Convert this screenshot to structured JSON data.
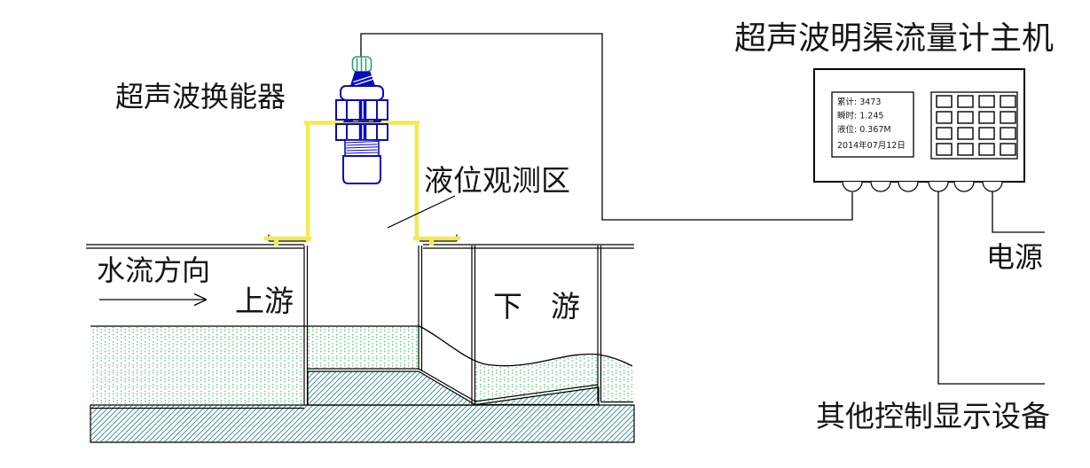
{
  "title": "超声波明渠流量计主机",
  "labels": {
    "transducer": "超声波换能器",
    "level_observation_zone": "液位观测区",
    "flow_direction": "水流方向",
    "upstream": "上游",
    "downstream": "下游",
    "power": "电源",
    "other_devices": "其他控制显示设备"
  },
  "main_unit": {
    "display_lines": [
      "累计: 3473",
      "瞬时: 1.245",
      "液位: 0.367M",
      "2014年07月12日"
    ],
    "keypad": {
      "rows": 4,
      "cols": 4
    },
    "connector_count": 6
  },
  "colors": {
    "background": "#ffffff",
    "line": "#000000",
    "text": "#151515",
    "blue": "#0a0ac0",
    "yellow": "#f2ea55",
    "green_cap": "#2aa070",
    "hatch": "#2e8b8b",
    "water_dots": "#5dc878"
  }
}
